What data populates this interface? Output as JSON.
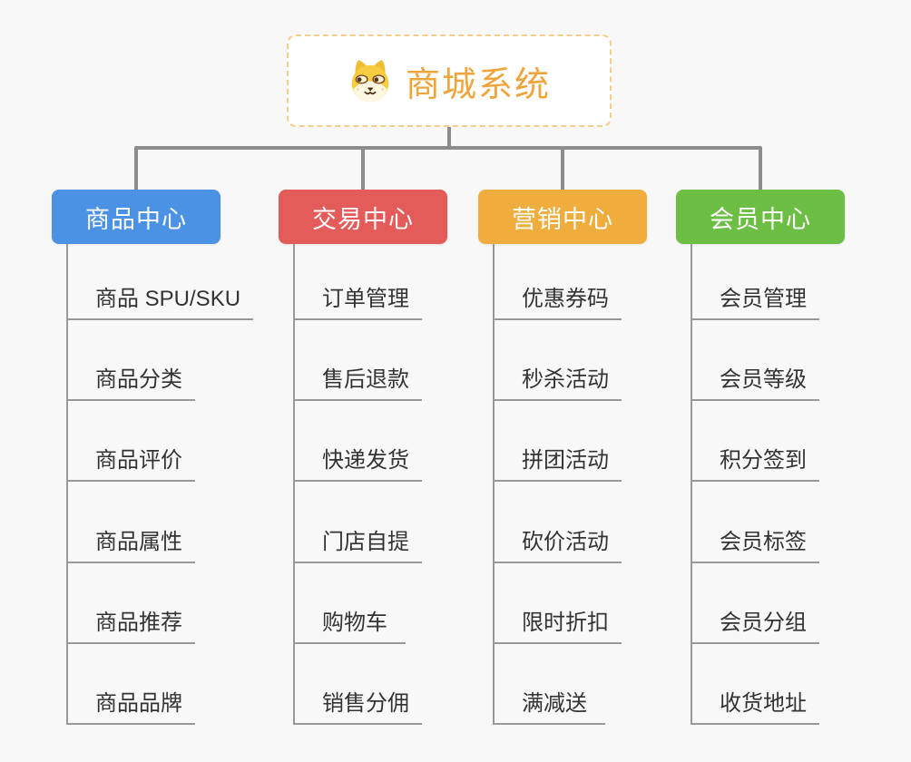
{
  "background_color": "#f8f8f8",
  "connector_color": "#8c8c8c",
  "root": {
    "label": "商城系统",
    "icon": "dog-face-icon",
    "text_color": "#f0a43c",
    "border_color": "#f4cd8a"
  },
  "branches": [
    {
      "label": "商品中心",
      "color": "#4b92e5",
      "items": [
        "商品 SPU/SKU",
        "商品分类",
        "商品评价",
        "商品属性",
        "商品推荐",
        "商品品牌"
      ]
    },
    {
      "label": "交易中心",
      "color": "#e45c5a",
      "items": [
        "订单管理",
        "售后退款",
        "快递发货",
        "门店自提",
        "购物车",
        "销售分佣"
      ]
    },
    {
      "label": "营销中心",
      "color": "#efad3d",
      "items": [
        "优惠券码",
        "秒杀活动",
        "拼团活动",
        "砍价活动",
        "限时折扣",
        "满减送"
      ]
    },
    {
      "label": "会员中心",
      "color": "#6dbe45",
      "items": [
        "会员管理",
        "会员等级",
        "积分签到",
        "会员标签",
        "会员分组",
        "收货地址"
      ]
    }
  ]
}
